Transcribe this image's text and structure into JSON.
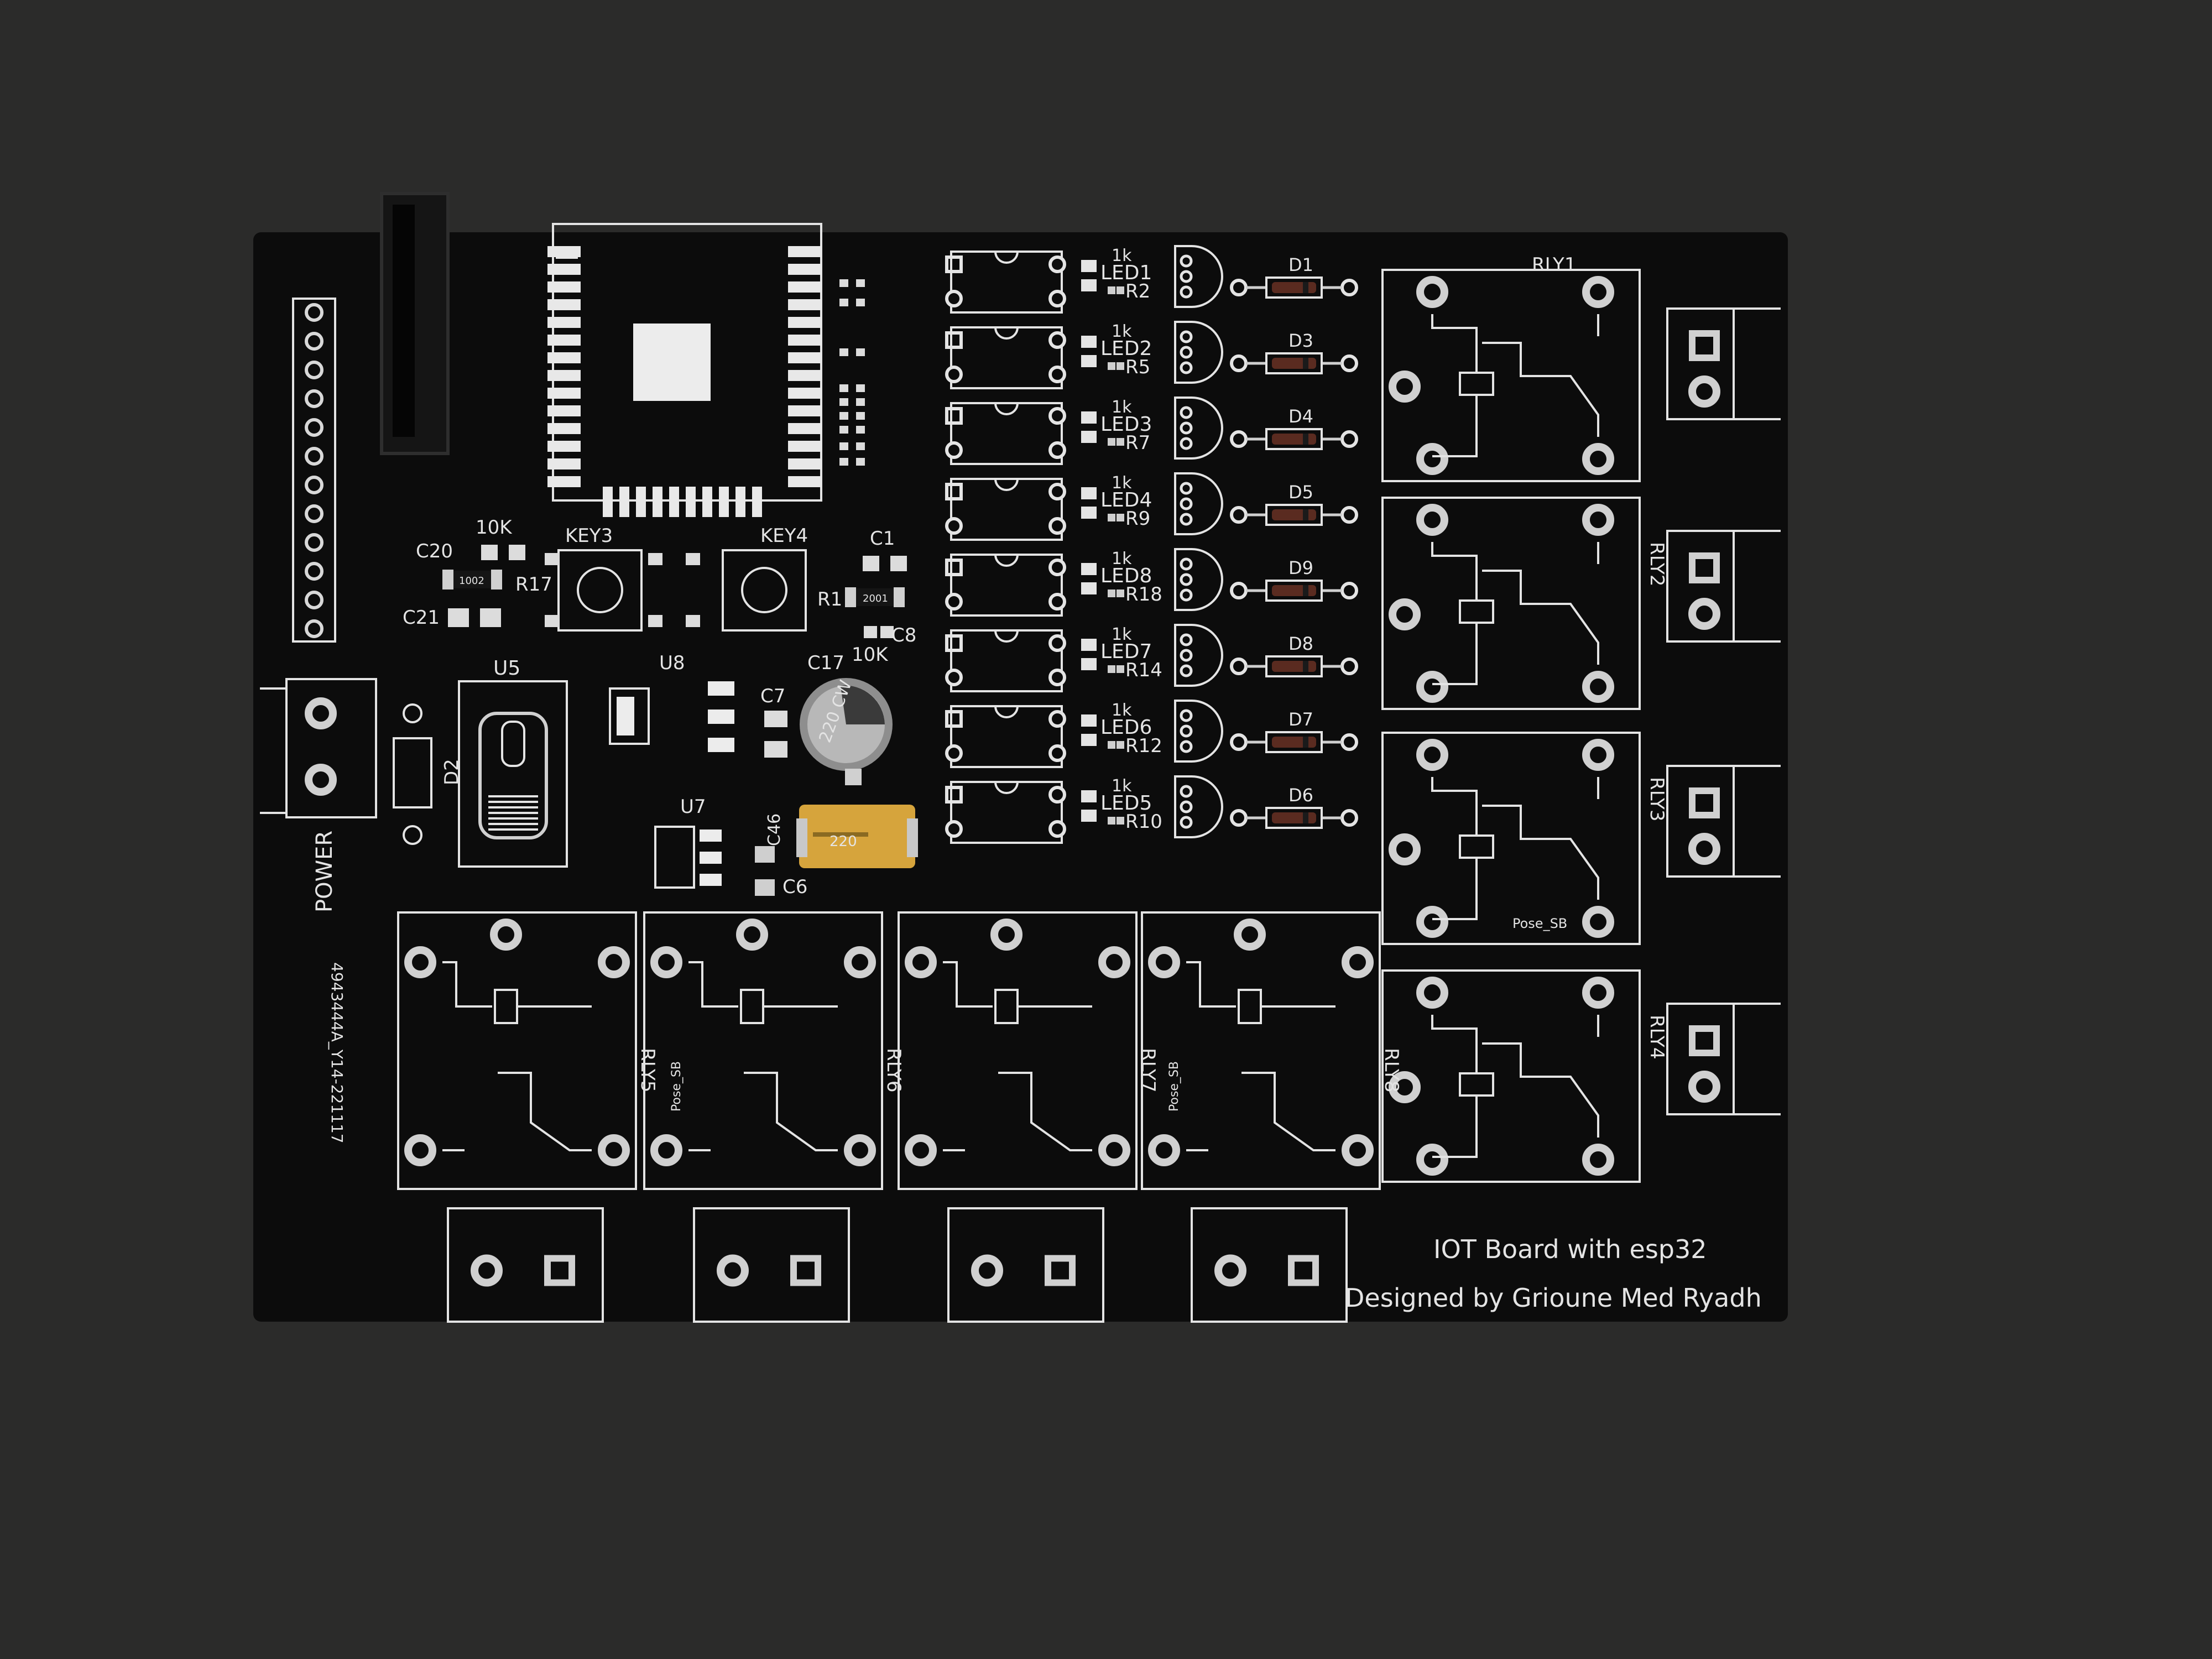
{
  "board": {
    "title": "IOT Board with esp32",
    "credit": "Designed by Grioune Med Ryadh",
    "order_code": "4943444A_Y14-221117",
    "stamp": "Pose_SB"
  },
  "designators": {
    "power": "POWER",
    "u5": "U5",
    "u7": "U7",
    "u8": "U8",
    "d2": "D2",
    "key3": "KEY3",
    "key4": "KEY4",
    "c20": "C20",
    "c21": "C21",
    "r17": "R17",
    "r17_value": "10K",
    "c1": "C1",
    "r1": "R1",
    "r1_value": "10K",
    "c8": "C8",
    "c17": "C17",
    "c7": "C7",
    "c6": "C6",
    "c46": "C46"
  },
  "led_rows": [
    {
      "value": "1k",
      "led": "LED1",
      "res": "R2",
      "diode": "D1"
    },
    {
      "value": "1k",
      "led": "LED2",
      "res": "R5",
      "diode": "D3"
    },
    {
      "value": "1k",
      "led": "LED3",
      "res": "R7",
      "diode": "D4"
    },
    {
      "value": "1k",
      "led": "LED4",
      "res": "R9",
      "diode": "D5"
    },
    {
      "value": "1k",
      "led": "LED8",
      "res": "R18",
      "diode": "D9"
    },
    {
      "value": "1k",
      "led": "LED7",
      "res": "R14",
      "diode": "D8"
    },
    {
      "value": "1k",
      "led": "LED6",
      "res": "R12",
      "diode": "D7"
    },
    {
      "value": "1k",
      "led": "LED5",
      "res": "R10",
      "diode": "D6"
    }
  ],
  "relays_right": [
    "RLY1",
    "RLY2",
    "RLY3",
    "RLY4"
  ],
  "relays_bottom": [
    "RLY5",
    "RLY6",
    "RLY7",
    "RLY8"
  ],
  "components": {
    "smd_markings": [
      "1002",
      "2001"
    ],
    "electrolytic_marking": "220 CW",
    "tantalum_marking": "220"
  },
  "colors": {
    "background": "#2b2b2a",
    "soldermask": "#0c0c0c",
    "silkscreen": "#e4e4e4",
    "pad": "#c9c9c9",
    "tantalum": "#d6a43c"
  }
}
